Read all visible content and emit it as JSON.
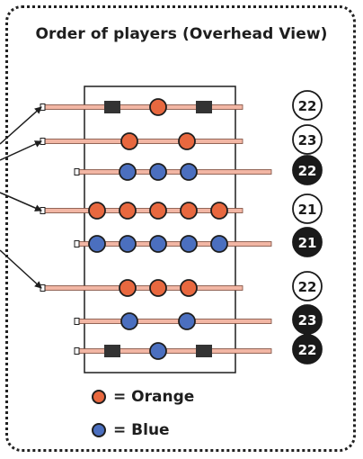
{
  "title": "Order of players (Overhead View)",
  "colors": {
    "orange": "#E8683F",
    "blue": "#4B6FBF",
    "rod": "#F2B6A4",
    "block": "#333333",
    "outline": "#1e1e1e"
  },
  "rods": [
    {
      "players": [
        "block",
        "orange",
        "block"
      ],
      "number": "22",
      "badge_style": "outline",
      "has_arrow": true
    },
    {
      "players": [
        "orange",
        "orange"
      ],
      "number": "23",
      "badge_style": "outline",
      "has_arrow": true
    },
    {
      "players": [
        "blue",
        "blue",
        "blue"
      ],
      "number": "22",
      "badge_style": "filled",
      "has_arrow": false
    },
    {
      "players": [
        "orange",
        "orange",
        "orange",
        "orange",
        "orange"
      ],
      "number": "21",
      "badge_style": "outline",
      "has_arrow": true
    },
    {
      "players": [
        "blue",
        "blue",
        "blue",
        "blue",
        "blue"
      ],
      "number": "21",
      "badge_style": "filled",
      "has_arrow": false
    },
    {
      "players": [
        "orange",
        "orange",
        "orange"
      ],
      "number": "22",
      "badge_style": "outline",
      "has_arrow": true
    },
    {
      "players": [
        "blue",
        "blue"
      ],
      "number": "23",
      "badge_style": "filled",
      "has_arrow": false
    },
    {
      "players": [
        "block",
        "blue",
        "block"
      ],
      "number": "22",
      "badge_style": "filled",
      "has_arrow": false
    }
  ],
  "legend": [
    {
      "color": "orange",
      "label": "= Orange"
    },
    {
      "color": "blue",
      "label": "= Blue"
    }
  ]
}
